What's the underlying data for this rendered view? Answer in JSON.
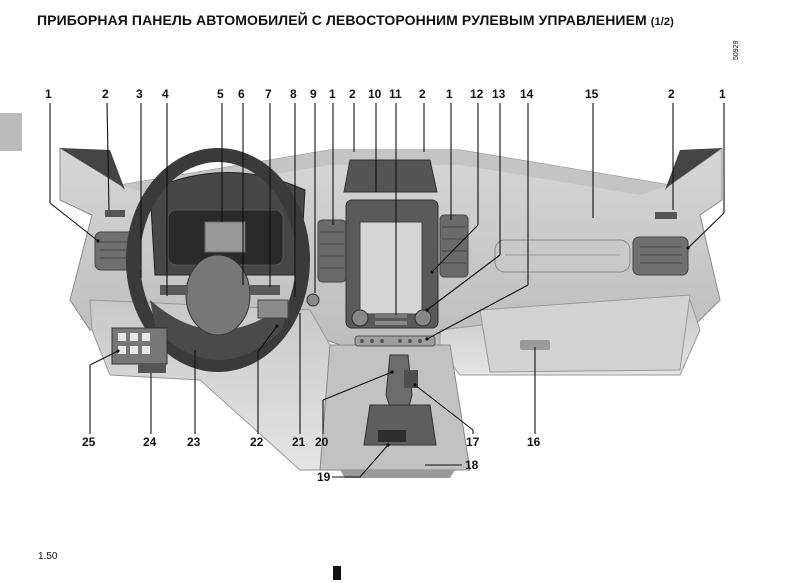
{
  "title": {
    "main": "ПРИБОРНАЯ ПАНЕЛЬ АВТОМОБИЛЕЙ С ЛЕВОСТОРОННИМ РУЛЕВЫМ УПРАВЛЕНИЕМ",
    "part": "(1/2)"
  },
  "figure_id": "50929",
  "page_number": "1.50",
  "callouts_top": [
    "1",
    "2",
    "3",
    "4",
    "5",
    "6",
    "7",
    "8",
    "9",
    "1",
    "2",
    "10",
    "11",
    "2",
    "1",
    "12",
    "13",
    "14",
    "15",
    "2",
    "1"
  ],
  "callouts_bottom": [
    "25",
    "24",
    "23",
    "22",
    "21",
    "20",
    "19",
    "18",
    "17",
    "16"
  ]
}
